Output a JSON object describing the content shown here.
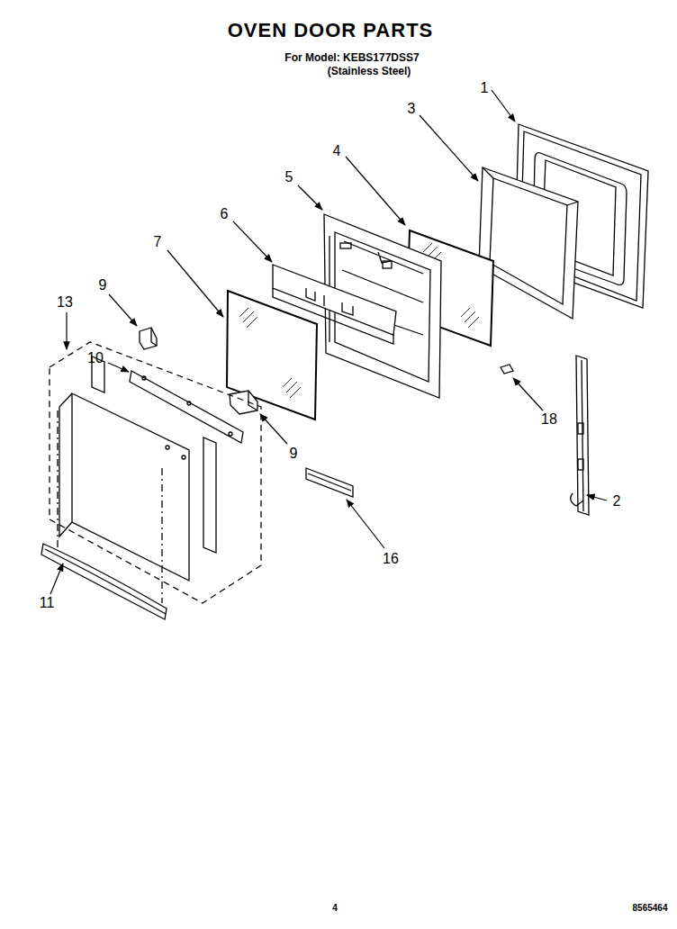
{
  "diagram": {
    "title": "OVEN DOOR PARTS",
    "labels": [
      "For Model: KEBS177DSS7",
      "(Stainless Steel)",
      "1",
      "3",
      "4",
      "5",
      "6",
      "7",
      "9",
      "13",
      "10",
      "9",
      "18",
      "2",
      "16",
      "11",
      "4",
      "8565464"
    ]
  }
}
